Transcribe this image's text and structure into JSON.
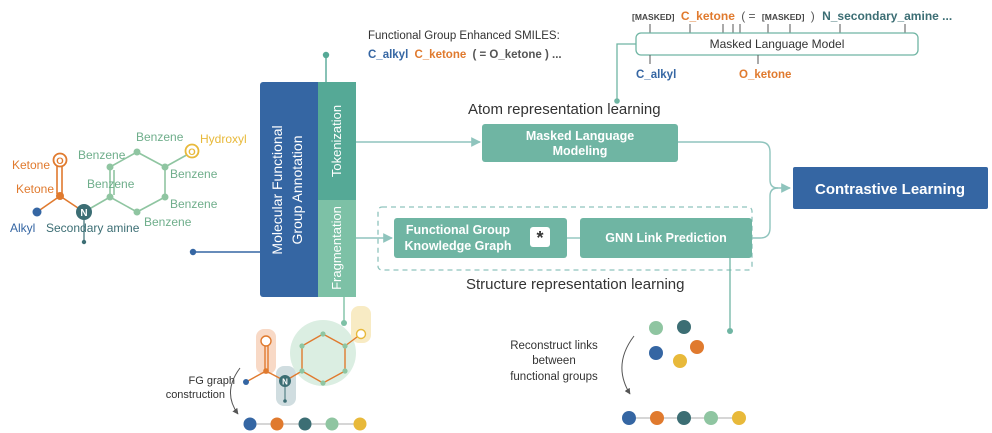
{
  "colors": {
    "blue": "#3566a3",
    "teal": "#6fb5a3",
    "teal_dark": "#4c9b87",
    "orange": "#e07a2e",
    "yellow": "#e8b93a",
    "green": "#8fc5a1",
    "slate": "#3c6e74",
    "gray": "#7f8f8f"
  },
  "molecule": {
    "labels": {
      "ketone_top": "Ketone",
      "ketone_mid": "Ketone",
      "alkyl": "Alkyl",
      "secondary_amine": "Secondary amine",
      "hydroxyl": "Hydroxyl",
      "benzene_1": "Benzene",
      "benzene_2": "Benzene",
      "benzene_3": "Benzene",
      "benzene_4": "Benzene",
      "benzene_5": "Benzene",
      "benzene_6": "Benzene"
    },
    "atoms": {
      "oxygen_ketone": "O",
      "nitrogen": "N",
      "oxygen_hydroxyl": "O"
    }
  },
  "annotation": {
    "title_line1": "Molecular Functional",
    "title_line2": "Group Annotation",
    "tokenization": "Tokenization",
    "fragmentation": "Fragmentation"
  },
  "smiles": {
    "title": "Functional Group Enhanced SMILES:",
    "token_1": "C_alkyl",
    "token_2": "C_ketone",
    "token_3": "( = O_ketone ) ..."
  },
  "mlm": {
    "box_label": "Masked Language Model",
    "tokens": {
      "mask_1": "[MASKED]",
      "ketone": "C_ketone",
      "open": "( =",
      "mask_2": "[MASKED]",
      "close": ")",
      "amine": "N_secondary_amine ..."
    },
    "out_alkyl": "C_alkyl",
    "out_ketone": "O_ketone"
  },
  "atom_section": {
    "title": "Atom representation learning",
    "box_line1": "Masked Language",
    "box_line2": "Modeling"
  },
  "structure_section": {
    "title": "Structure representation learning",
    "kg_line1": "Functional Group",
    "kg_line2": "Knowledge Graph",
    "kg_symbol": "*",
    "gnn": "GNN Link Prediction"
  },
  "contrastive": "Contrastive Learning",
  "fg_graph": {
    "line1": "FG graph",
    "line2": "construction"
  },
  "reconstruct": {
    "line1": "Reconstruct links",
    "line2": "between",
    "line3": "functional groups"
  }
}
